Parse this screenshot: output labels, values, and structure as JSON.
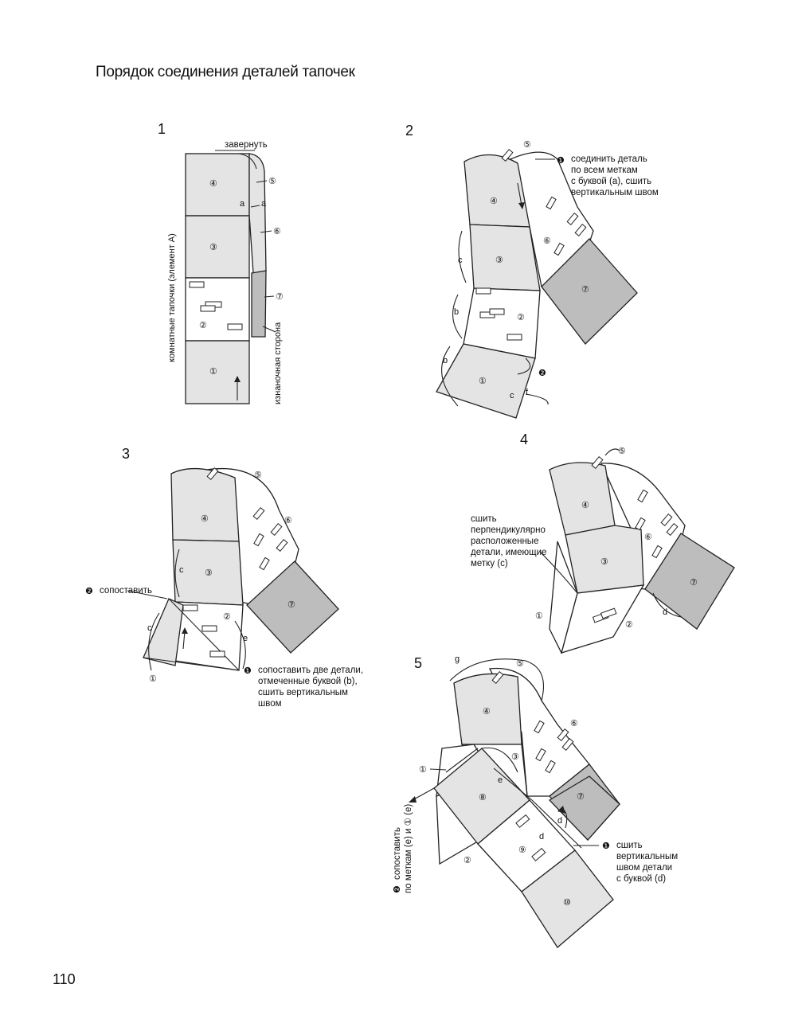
{
  "title": "Порядок соединения деталей тапочек",
  "page_number": "110",
  "colors": {
    "fill_light": "#e4e4e4",
    "fill_dark": "#bdbdbd",
    "stroke": "#222222"
  },
  "steps": [
    "1",
    "2",
    "3",
    "4",
    "5"
  ],
  "step1": {
    "fold_label": "завернуть",
    "vertical_left": "комнатные тапочки (элемент А)",
    "vertical_right": "изнаночная сторона",
    "letter_a": "a",
    "parts": [
      "④",
      "③",
      "②",
      "①",
      "⑤",
      "⑥",
      "⑦"
    ]
  },
  "step2": {
    "note_marker": "❶",
    "note_lines": [
      "соединить деталь",
      "по всем меткам",
      "с буквой (a), сшить",
      "вертикальным швом"
    ],
    "marker2": "❷",
    "letters": {
      "c": "c",
      "b1": "b",
      "b2": "b",
      "c2": "c",
      "f": "f"
    },
    "parts": [
      "⑤",
      "④",
      "③",
      "②",
      "①",
      "⑥",
      "⑦"
    ]
  },
  "step3": {
    "match_marker": "❷",
    "match_label": "сопоставить",
    "note_marker": "❶",
    "note_lines": [
      "сопоставить две детали,",
      "отмеченные буквой (b),",
      "сшить вертикальным",
      "швом"
    ],
    "letters": {
      "c1": "c",
      "c2": "c",
      "e": "e"
    },
    "parts": [
      "④",
      "③",
      "②",
      "①",
      "⑤",
      "⑥",
      "⑦"
    ]
  },
  "step4": {
    "note_lines": [
      "сшить",
      "перпендикулярно",
      "расположенные",
      "детали, имеющие",
      "метку (c)"
    ],
    "letter_d": "d",
    "parts": [
      "⑤",
      "④",
      "③",
      "⑥",
      "⑦",
      "①",
      "②"
    ]
  },
  "step5": {
    "letter_g": "g",
    "letter_e": "e",
    "letter_d1": "d",
    "letter_d2": "d",
    "note_marker": "❶",
    "note_lines": [
      "сшить",
      "вертикальным",
      "швом детали",
      "с буквой (d)"
    ],
    "side_marker": "❷",
    "side_lines": [
      "сопоставить",
      "по меткам (e) и ① (e)"
    ],
    "parts": [
      "⑤",
      "④",
      "③",
      "⑥",
      "①",
      "⑦",
      "⑧",
      "⑨",
      "②",
      "⑩"
    ]
  }
}
